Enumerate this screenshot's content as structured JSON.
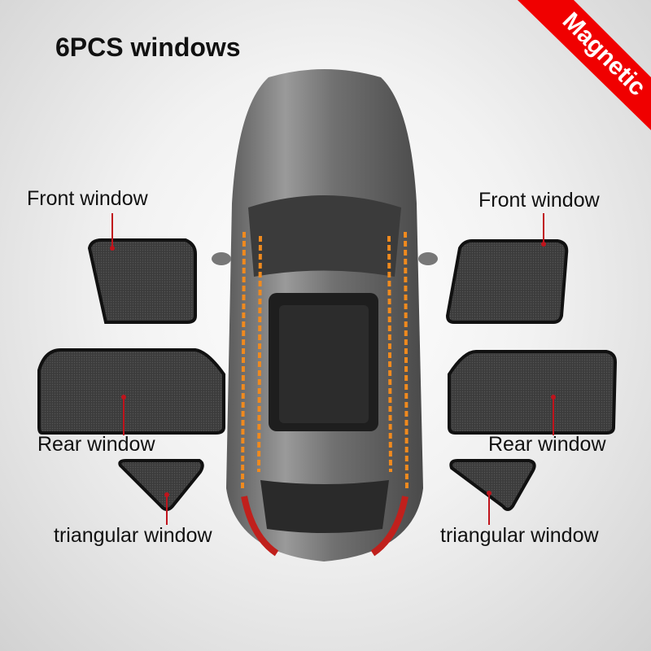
{
  "title": "6PCS windows",
  "banner": {
    "text": "Magnetic",
    "color": "#f00000"
  },
  "labels": {
    "left_front": "Front window",
    "right_front": "Front window",
    "left_rear": "Rear window",
    "right_rear": "Rear window",
    "left_triangular": "triangular window",
    "right_triangular": "triangular window"
  },
  "colors": {
    "window_shade": "#3a3a3a",
    "pointer": "#c0141c",
    "magnet_strip": "#f08a1e"
  }
}
